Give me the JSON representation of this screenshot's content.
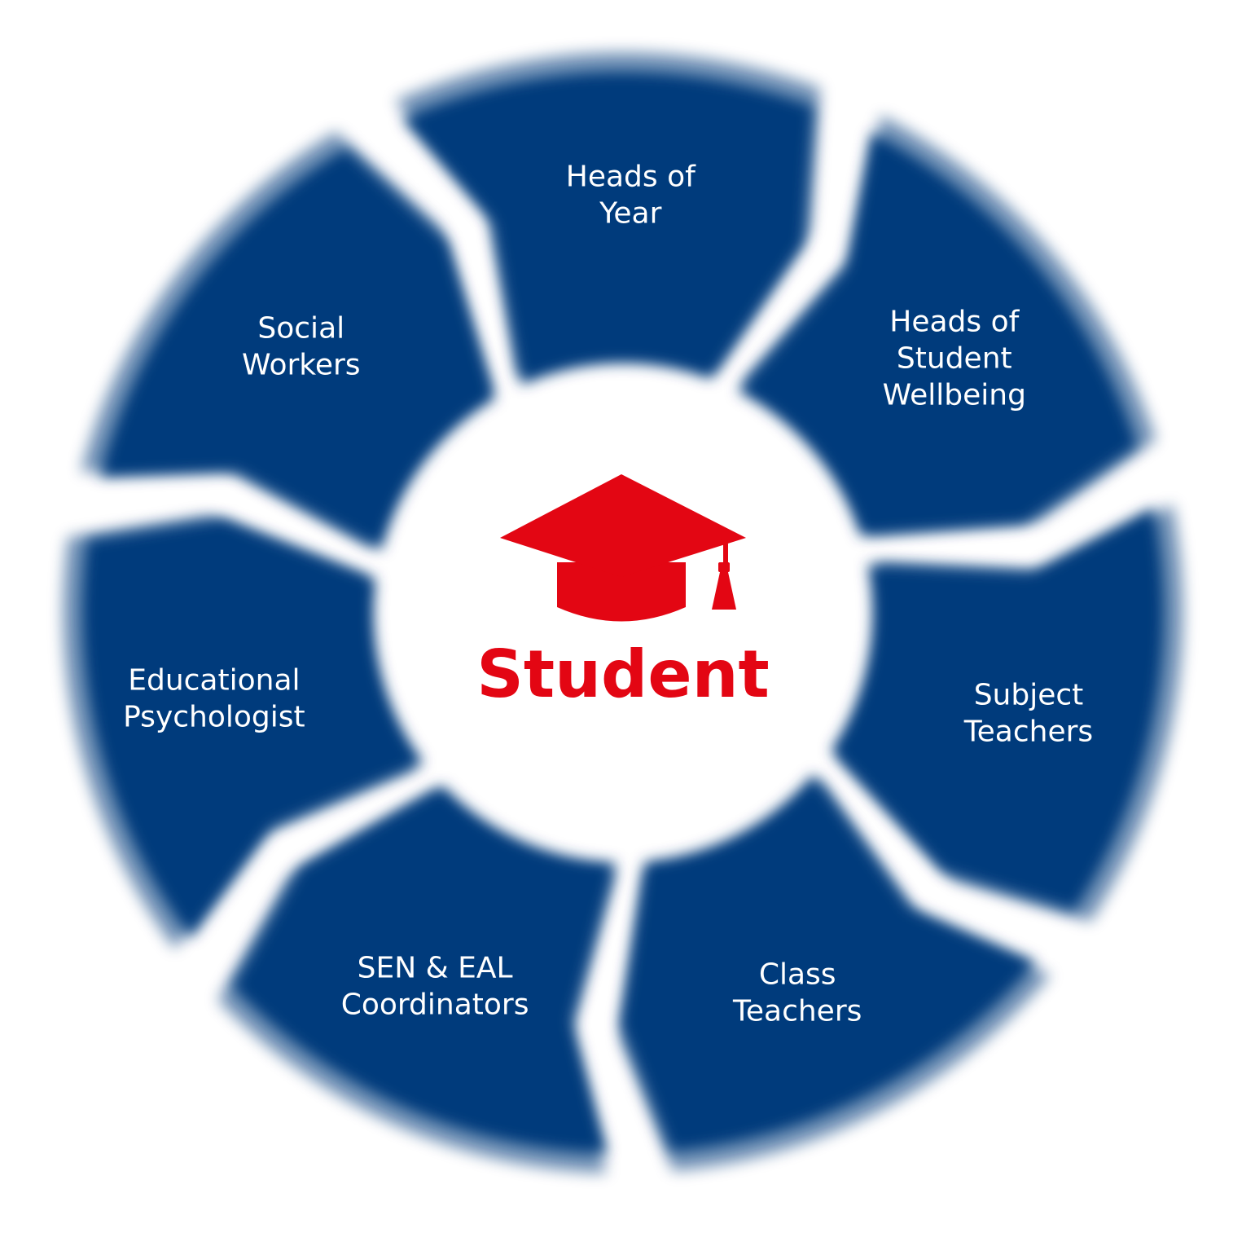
{
  "center": {
    "label": "Student",
    "icon": "graduation-cap-icon",
    "color": "#e30613"
  },
  "segment_color": "#063a7c",
  "segments": [
    {
      "id": "heads-of-student-wellbeing",
      "lines": [
        "Heads of",
        "Student",
        "Wellbeing"
      ]
    },
    {
      "id": "subject-teachers",
      "lines": [
        "Subject",
        "Teachers"
      ]
    },
    {
      "id": "class-teachers",
      "lines": [
        "Class",
        "Teachers"
      ]
    },
    {
      "id": "sen-eal-coordinators",
      "lines": [
        "SEN & EAL",
        "Coordinators"
      ]
    },
    {
      "id": "educational-psychologist",
      "lines": [
        "Educational",
        "Psychologist"
      ]
    },
    {
      "id": "social-workers",
      "lines": [
        "Social",
        "Workers"
      ]
    },
    {
      "id": "heads-of-year",
      "lines": [
        "Heads of",
        "Year"
      ]
    }
  ]
}
